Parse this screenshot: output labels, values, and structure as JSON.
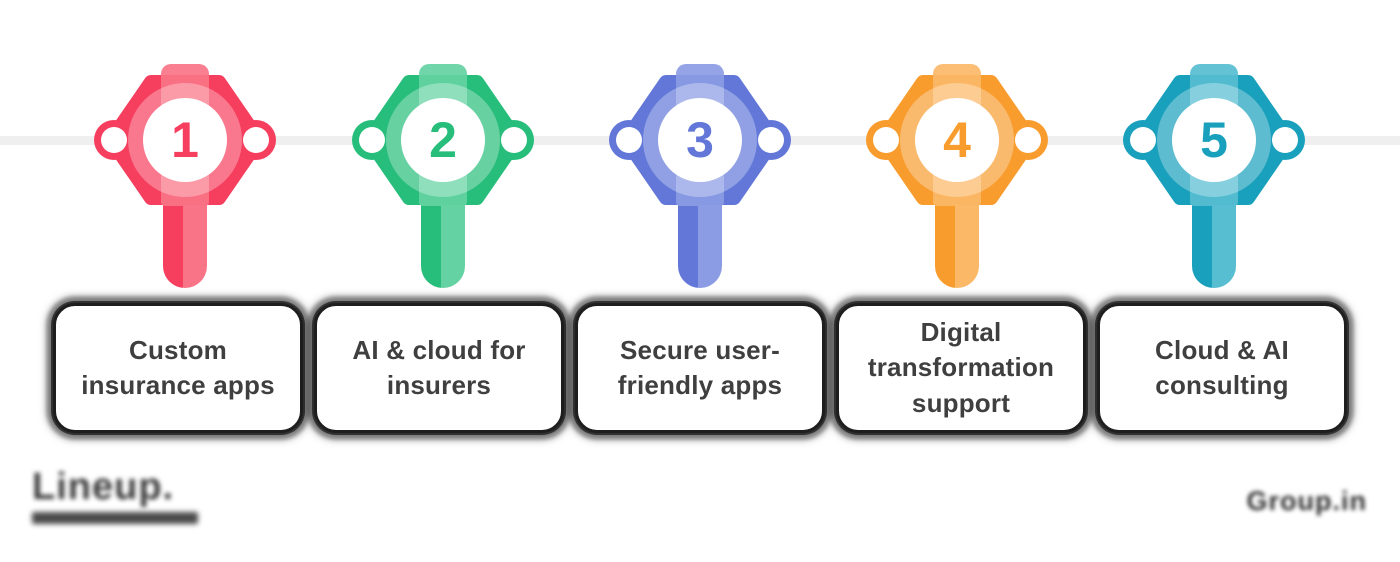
{
  "timeline": {
    "line_color": "#efefef",
    "items": [
      {
        "number": "1",
        "label": "Custom insurance apps",
        "label_lines": [
          "Custom",
          "insurance apps"
        ],
        "color": "#F63E5E",
        "color_light": "#FA7487"
      },
      {
        "number": "2",
        "label": "AI & cloud for insurers",
        "label_lines": [
          "AI & cloud for",
          "insurers"
        ],
        "color": "#27BD7A",
        "color_light": "#64D2A2"
      },
      {
        "number": "3",
        "label": "Secure user-friendly apps",
        "label_lines": [
          "Secure user-",
          "friendly apps"
        ],
        "color": "#6277D8",
        "color_light": "#8B9CE4"
      },
      {
        "number": "4",
        "label": "Digital transformation support",
        "label_lines": [
          "Digital",
          "transformation",
          "support"
        ],
        "color": "#F89C2E",
        "color_light": "#FBB968"
      },
      {
        "number": "5",
        "label": "Cloud & AI consulting",
        "label_lines": [
          "Cloud & AI",
          "consulting"
        ],
        "color": "#19A0BC",
        "color_light": "#57BDD1"
      }
    ]
  },
  "cards": {
    "text_color": "#3F3F3F"
  },
  "watermarks": {
    "left_text": "Lineup.",
    "right_text": "Group.in"
  }
}
